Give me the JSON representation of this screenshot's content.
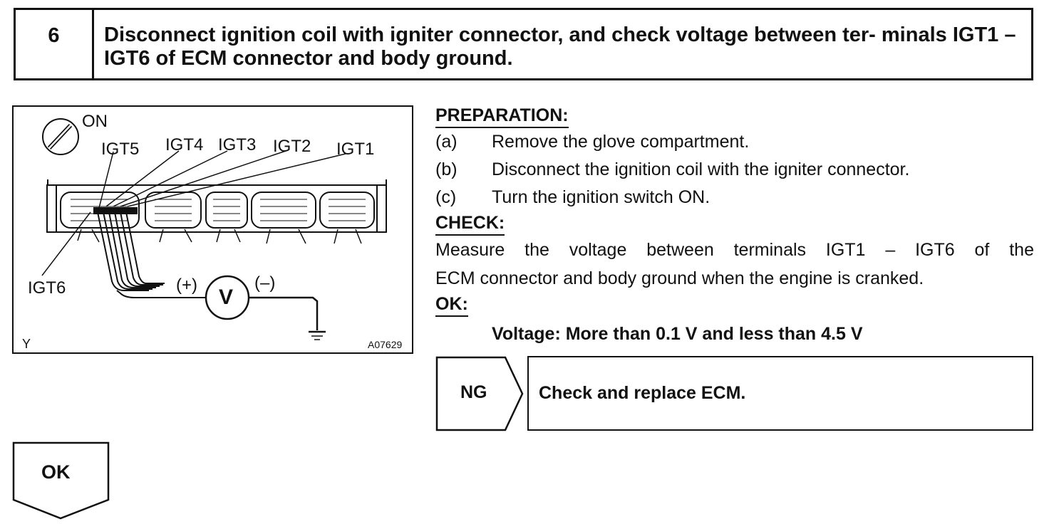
{
  "header": {
    "step_number": "6",
    "title": "Disconnect ignition coil with igniter connector, and check voltage between ter- minals IGT1 – IGT6 of ECM connector and body ground."
  },
  "diagram": {
    "switch_label": "ON",
    "terminals": {
      "igt5": "IGT5",
      "igt4": "IGT4",
      "igt3": "IGT3",
      "igt2": "IGT2",
      "igt1": "IGT1",
      "igt6": "IGT6"
    },
    "positive": "(+)",
    "negative": "(–)",
    "meter": "V",
    "corner_code": "Y",
    "figure_id": "A07629"
  },
  "preparation": {
    "heading": "PREPARATION:",
    "steps": [
      {
        "letter": "(a)",
        "text": "Remove the glove compartment."
      },
      {
        "letter": "(b)",
        "text": "Disconnect the ignition coil with the igniter connector."
      },
      {
        "letter": "(c)",
        "text": "Turn the ignition switch ON."
      }
    ]
  },
  "check": {
    "heading": "CHECK:",
    "line1": "Measure the voltage between terminals IGT1 – IGT6 of the",
    "line2": "ECM connector and body ground when the engine is cranked."
  },
  "ok_spec": {
    "heading": "OK:",
    "value": "Voltage: More than 0.1 V and less than 4.5 V"
  },
  "ng_result": {
    "label": "NG",
    "action": "Check and replace ECM."
  },
  "ok_result": {
    "label": "OK"
  }
}
